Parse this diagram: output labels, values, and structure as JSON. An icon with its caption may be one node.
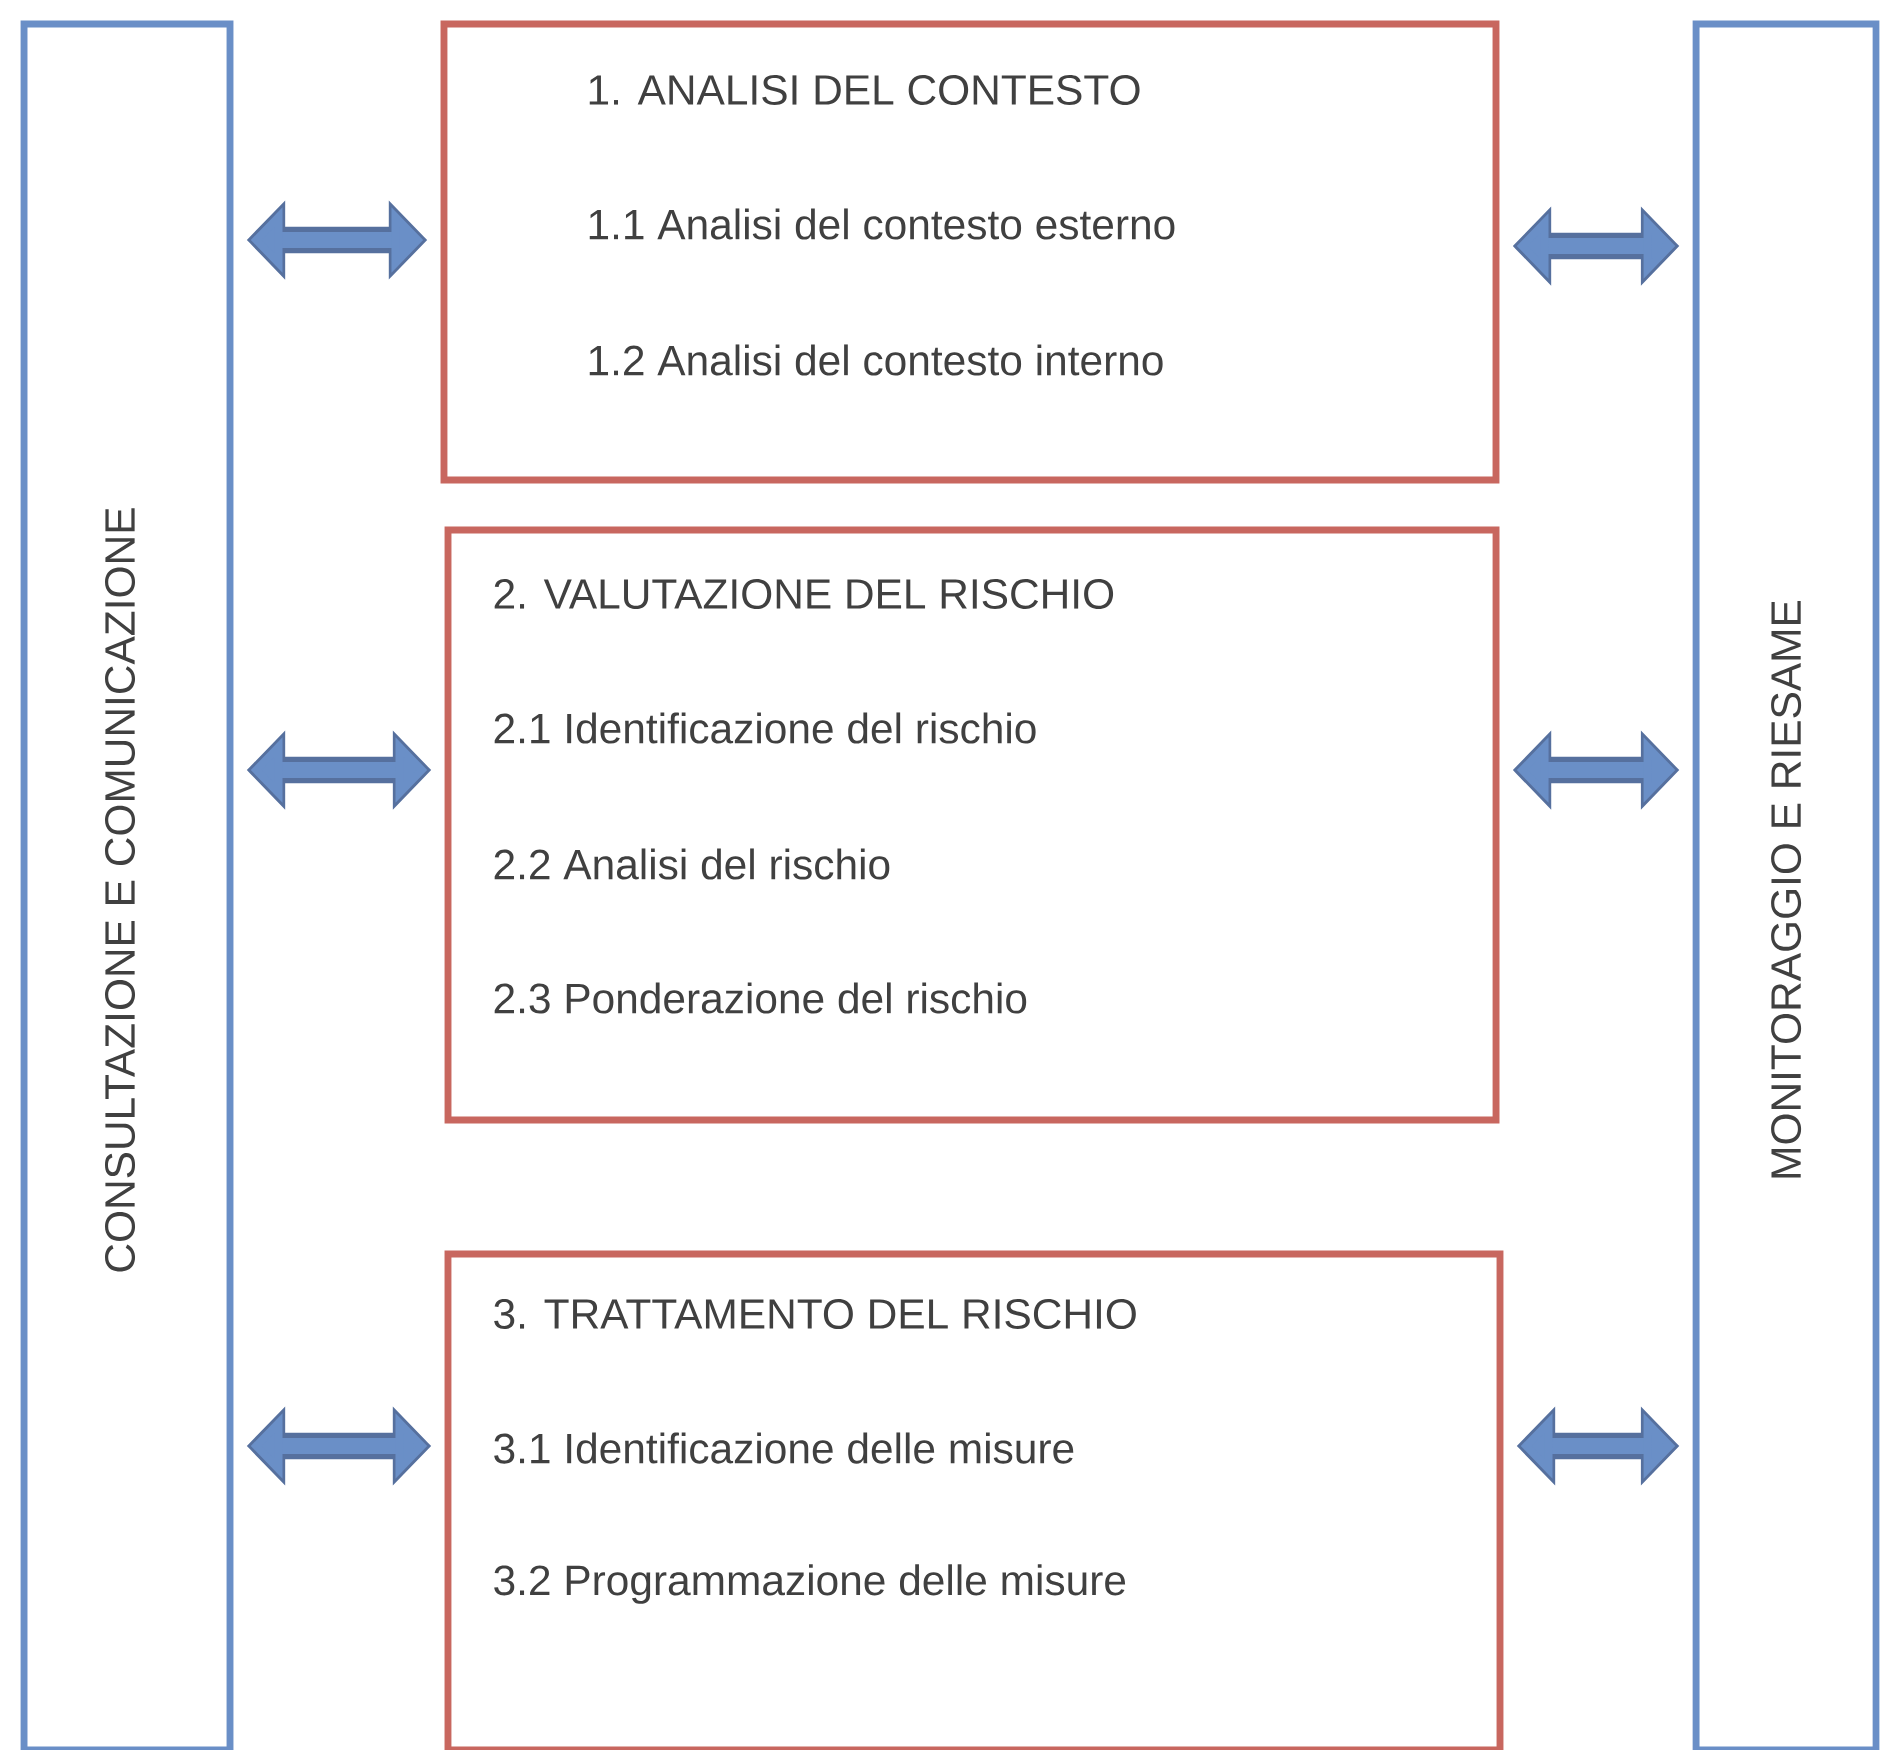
{
  "diagram": {
    "nodes": [
      {
        "text": [
          "CONSULTAZIONE E COMUNICAZIONE"
        ]
      },
      {
        "text": [
          "1. ANALISI DEL CONTESTO",
          "1.1 Analisi del contesto esterno",
          "1.2 Analisi del contesto interno"
        ]
      },
      {
        "text": [
          "2. VALUTAZIONE DEL RISCHIO",
          "2.1 Identificazione del rischio",
          "2.2 Analisi del rischio",
          "2.3 Ponderazione del rischio"
        ]
      },
      {
        "text": [
          "3. TRATTAMENTO DEL RISCHIO",
          "3.1 Identificazione delle misure",
          "3.2 Programmazione delle misure"
        ]
      },
      {
        "text": [
          "MONITORAGGIO E RIESAME"
        ]
      }
    ],
    "edges": [
      {
        "from": 0,
        "to": 1,
        "arrow": "both"
      },
      {
        "from": 1,
        "to": 4,
        "arrow": "both"
      },
      {
        "from": 0,
        "to": 2,
        "arrow": "both"
      },
      {
        "from": 2,
        "to": 4,
        "arrow": "both"
      },
      {
        "from": 0,
        "to": 3,
        "arrow": "both"
      },
      {
        "from": 3,
        "to": 4,
        "arrow": "both"
      }
    ]
  }
}
